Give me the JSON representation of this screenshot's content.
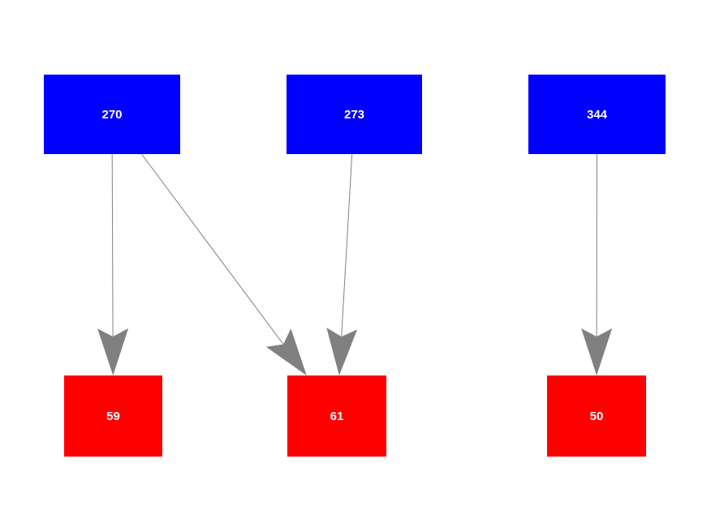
{
  "diagram": {
    "background": "#ffffff",
    "source_node_fill": "#0000ff",
    "target_node_fill": "#ff0000",
    "edge_color": "#808080",
    "label_color": "#ffffff"
  },
  "nodes": [
    {
      "id": "n270",
      "label": "270",
      "row": "top"
    },
    {
      "id": "n273",
      "label": "273",
      "row": "top"
    },
    {
      "id": "n344",
      "label": "344",
      "row": "top"
    },
    {
      "id": "n59",
      "label": "59",
      "row": "bottom"
    },
    {
      "id": "n61",
      "label": "61",
      "row": "bottom"
    },
    {
      "id": "n50",
      "label": "50",
      "row": "bottom"
    }
  ],
  "edges": [
    {
      "from": "n270",
      "to": "n59"
    },
    {
      "from": "n270",
      "to": "n61"
    },
    {
      "from": "n273",
      "to": "n61"
    },
    {
      "from": "n344",
      "to": "n50"
    }
  ]
}
